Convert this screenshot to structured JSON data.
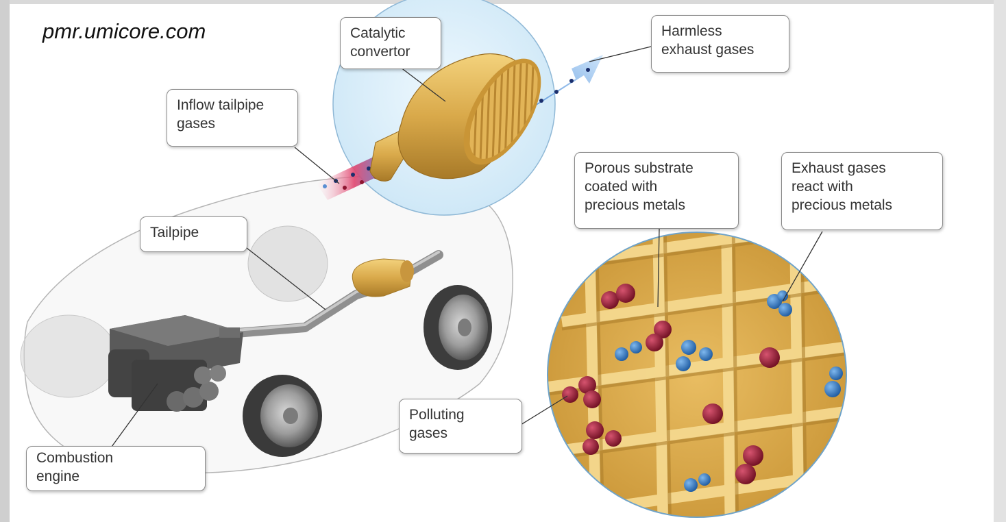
{
  "source_text": "pmr.umicore.com",
  "labels": {
    "catalytic_convertor": "Catalytic\nconvertor",
    "harmless_exhaust": "Harmless\nexhaust gases",
    "inflow_tailpipe": "Inflow tailpipe\ngases",
    "tailpipe": "Tailpipe",
    "porous_substrate": "Porous substrate\ncoated with\nprecious metals",
    "exhaust_react": "Exhaust gases\nreact with\nprecious metals",
    "polluting_gases": "Polluting\ngases",
    "combustion_engine": "Combustion\nengine"
  },
  "colors": {
    "gold": "#d9a94a",
    "polluting_particle": "#8e1530",
    "reacting_particle": "#2e78c0",
    "bubble": "#d9eefb"
  }
}
